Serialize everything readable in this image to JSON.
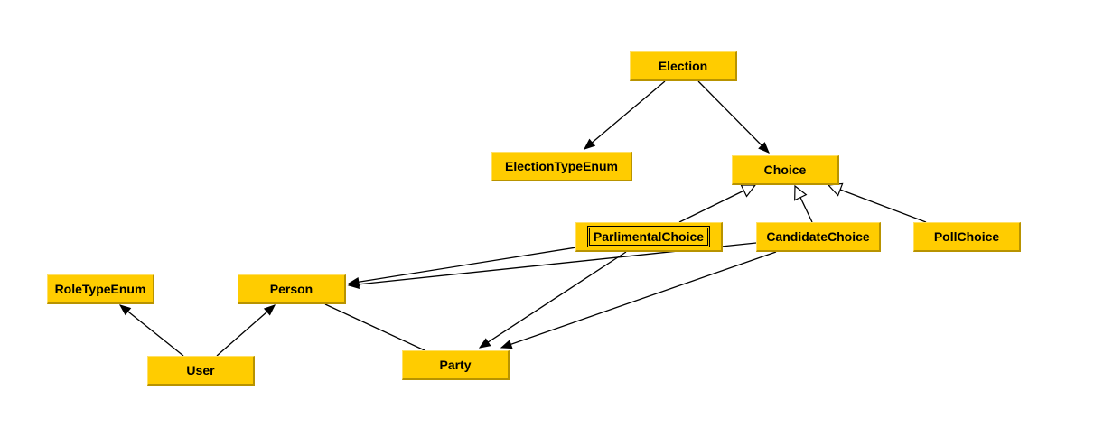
{
  "diagram": {
    "colors": {
      "node_fill": "#ffcc00",
      "edge": "#000000",
      "background": "#ffffff"
    },
    "nodes": [
      {
        "id": "election",
        "label": "Election"
      },
      {
        "id": "election-type-enum",
        "label": "ElectionTypeEnum"
      },
      {
        "id": "choice",
        "label": "Choice"
      },
      {
        "id": "parlimental-choice",
        "label": "ParlimentalChoice",
        "selected": true
      },
      {
        "id": "candidate-choice",
        "label": "CandidateChoice"
      },
      {
        "id": "poll-choice",
        "label": "PollChoice"
      },
      {
        "id": "role-type-enum",
        "label": "RoleTypeEnum"
      },
      {
        "id": "person",
        "label": "Person"
      },
      {
        "id": "user",
        "label": "User"
      },
      {
        "id": "party",
        "label": "Party"
      }
    ],
    "edges": [
      {
        "from": "election",
        "to": "election-type-enum",
        "type": "association"
      },
      {
        "from": "election",
        "to": "choice",
        "type": "association"
      },
      {
        "from": "parlimental-choice",
        "to": "choice",
        "type": "inheritance"
      },
      {
        "from": "candidate-choice",
        "to": "choice",
        "type": "inheritance"
      },
      {
        "from": "poll-choice",
        "to": "choice",
        "type": "inheritance"
      },
      {
        "from": "parlimental-choice",
        "to": "person",
        "type": "association"
      },
      {
        "from": "candidate-choice",
        "to": "person",
        "type": "association"
      },
      {
        "from": "parlimental-choice",
        "to": "party",
        "type": "association"
      },
      {
        "from": "candidate-choice",
        "to": "party",
        "type": "association"
      },
      {
        "from": "user",
        "to": "role-type-enum",
        "type": "association"
      },
      {
        "from": "user",
        "to": "person",
        "type": "association"
      },
      {
        "from": "person",
        "to": "party",
        "type": "line"
      }
    ]
  }
}
